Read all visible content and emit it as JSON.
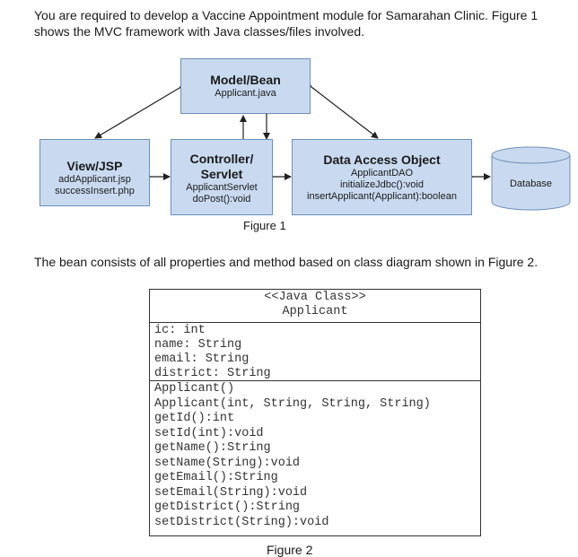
{
  "intro_text": "You are required to develop a Vaccine Appointment module for Samarahan Clinic. Figure 1 shows the MVC framework with Java classes/files involved.",
  "figure1": {
    "model": {
      "title": "Model/Bean",
      "sub": [
        "Applicant.java"
      ]
    },
    "view": {
      "title": "View/JSP",
      "sub": [
        "addApplicant.jsp",
        "successInsert.php"
      ]
    },
    "controller": {
      "title_lines": [
        "Controller/",
        "Servlet"
      ],
      "sub": [
        "ApplicantServlet",
        "doPost():void"
      ]
    },
    "dao": {
      "title": "Data Access Object",
      "sub": [
        "ApplicantDAO",
        "initializeJdbc():void",
        "insertApplicant(Applicant):boolean"
      ]
    },
    "database": {
      "label": "Database"
    },
    "caption": "Figure 1",
    "colors": {
      "box_fill": "#c9daf0",
      "box_border": "#6d8fb8",
      "arrow": "#222222"
    }
  },
  "bean_text": "The bean consists of all properties and method based on class diagram shown in Figure 2.",
  "figure2": {
    "stereotype": "<<Java Class>>",
    "class_name": "Applicant",
    "attributes": [
      "ic: int",
      "name: String",
      "email: String",
      "district: String"
    ],
    "methods": [
      "Applicant()",
      "Applicant(int, String, String, String)",
      "getId():int",
      "setId(int):void",
      "getName():String",
      "setName(String):void",
      "getEmail():String",
      "setEmail(String):void",
      "getDistrict():String",
      "setDistrict(String):void"
    ],
    "caption": "Figure 2"
  }
}
